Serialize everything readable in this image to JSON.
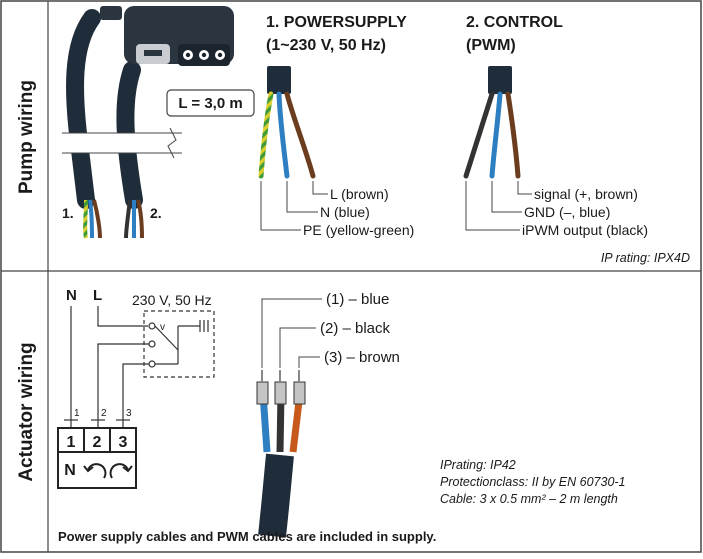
{
  "pump": {
    "side_label": "Pump wiring",
    "length_label": "L = 3,0 m",
    "cable1_label": "1.",
    "cable2_label": "2.",
    "power": {
      "title_line1": "1. POWERSUPPLY",
      "title_line2": "(1~230 V, 50 Hz)",
      "wires": [
        "L (brown)",
        "N (blue)",
        "PE (yellow-green)"
      ]
    },
    "control": {
      "title_line1": "2. CONTROL",
      "title_line2": "(PWM)",
      "wires": [
        "signal (+, brown)",
        "GND (–, blue)",
        "iPWM output (black)"
      ]
    },
    "ip_rating": "IP rating: IPX4D"
  },
  "actuator": {
    "side_label": "Actuator wiring",
    "line_N": "N",
    "line_L": "L",
    "supply": "230 V, 50 Hz",
    "terminal_numbers": [
      "1",
      "2",
      "3"
    ],
    "terminal_N": "N",
    "wires": [
      "(1) – blue",
      "(2) – black",
      "(3) – brown"
    ],
    "specs": [
      "IPrating: IP42",
      "Protectionclass: II by EN 60730-1",
      "Cable: 3 x 0.5 mm² – 2 m length"
    ],
    "footer": "Power supply cables and PWM cables are included in supply."
  },
  "colors": {
    "brown": "#6b3d1e",
    "blue": "#2d7fc1",
    "yellow": "#d9cf2c",
    "green": "#3f9a3a",
    "black": "#333333",
    "orange": "#c75a1a",
    "cable_dark": "#1f2d3a"
  }
}
